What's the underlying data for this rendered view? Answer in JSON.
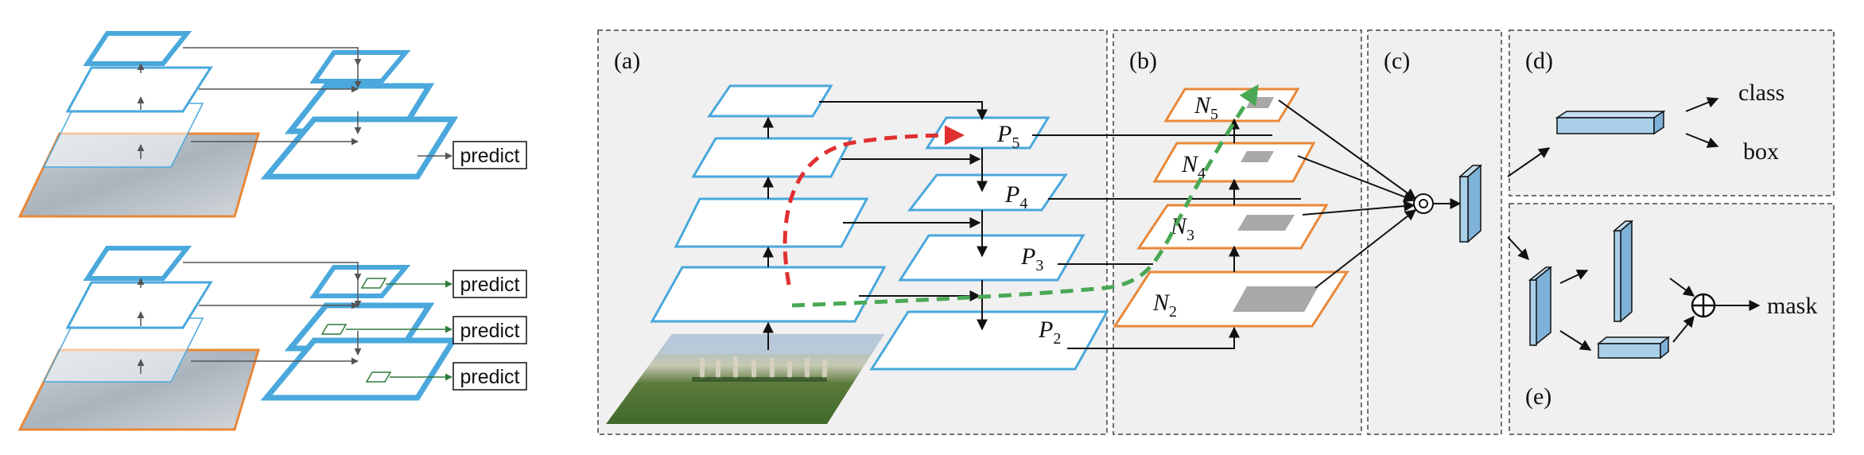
{
  "colors": {
    "blue": "#4aa8dc",
    "orange": "#e8883a",
    "panel_bg": "#f0f0f0",
    "red_path": "#e03030",
    "green_path": "#4aa855",
    "gray_feature": "#a8a8a8",
    "feature_box": "#a9cfe9"
  },
  "left_top": {
    "predict_label": "predict"
  },
  "left_bottom": {
    "predict_labels": [
      "predict",
      "predict",
      "predict"
    ]
  },
  "panels": {
    "a": {
      "label": "(a)",
      "levels": [
        {
          "base": "P",
          "sub": "5"
        },
        {
          "base": "P",
          "sub": "4"
        },
        {
          "base": "P",
          "sub": "3"
        },
        {
          "base": "P",
          "sub": "2"
        }
      ]
    },
    "b": {
      "label": "(b)",
      "levels": [
        {
          "base": "N",
          "sub": "5"
        },
        {
          "base": "N",
          "sub": "4"
        },
        {
          "base": "N",
          "sub": "3"
        },
        {
          "base": "N",
          "sub": "2"
        }
      ]
    },
    "c": {
      "label": "(c)"
    },
    "d": {
      "label": "(d)",
      "outputs": [
        "class",
        "box"
      ]
    },
    "e": {
      "label": "(e)",
      "output": "mask"
    }
  },
  "icons": {
    "fusion": "circled-dot-icon",
    "add": "circled-plus-icon"
  }
}
